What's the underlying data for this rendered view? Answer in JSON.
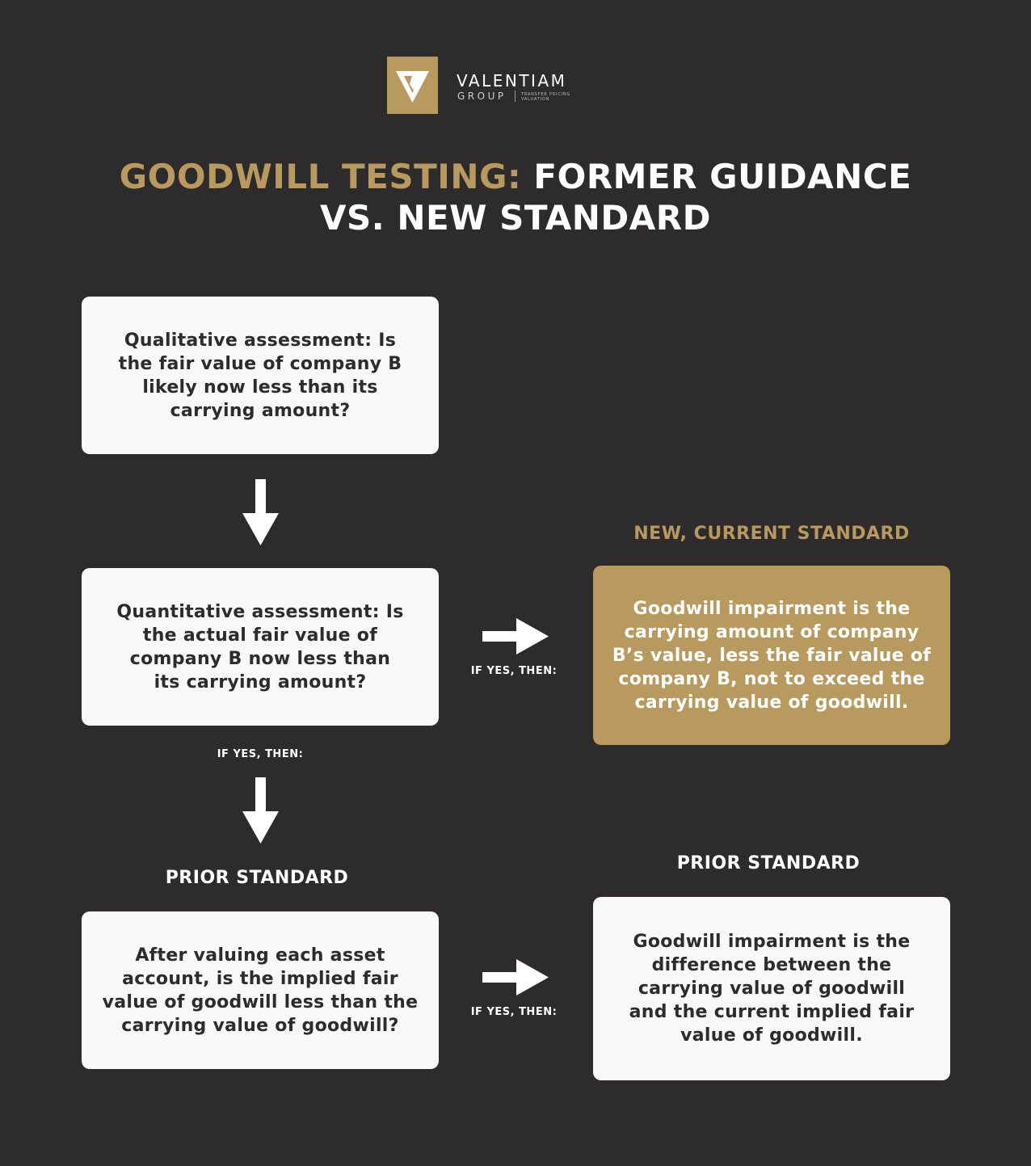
{
  "brand": {
    "name": "VALENTIAM",
    "sub": "GROUP",
    "tag_line_1": "TRANSFER PRICING",
    "tag_line_2": "VALUATION",
    "color": "#b99a5e"
  },
  "title": {
    "highlight": "GOODWILL TESTING:",
    "rest": "FORMER GUIDANCE",
    "line2": "VS. NEW STANDARD"
  },
  "colors": {
    "background": "#2d2b2c",
    "accent": "#b99a5e",
    "box": "#f8f8f8",
    "text_dark": "#2d2b2c"
  },
  "labels": {
    "new_standard": "NEW, CURRENT STANDARD",
    "prior_standard_left": "PRIOR STANDARD",
    "prior_standard_right": "PRIOR STANDARD",
    "if_yes_1": "IF YES, THEN:",
    "if_yes_2": "IF YES, THEN:",
    "if_yes_3": "IF YES, THEN:"
  },
  "boxes": {
    "qualitative": [
      "Qualitative assessment: Is",
      "the fair value of company B",
      "likely now less than its",
      "carrying amount?"
    ],
    "quantitative": [
      "Quantitative assessment: Is",
      "the actual fair value of",
      "company B now less than",
      "its carrying amount?"
    ],
    "prior_test": [
      "After valuing each asset",
      "account, is the implied fair",
      "value of goodwill less than the",
      "carrying value of goodwill?"
    ],
    "new_result": [
      "Goodwill impairment is the",
      "carrying amount of company",
      "B’s value, less the fair value of",
      "company B, not to exceed the",
      "carrying value of goodwill."
    ],
    "prior_result": [
      "Goodwill impairment is the",
      "difference between the",
      "carrying value of goodwill",
      "and the current implied fair",
      "value of goodwill."
    ]
  }
}
